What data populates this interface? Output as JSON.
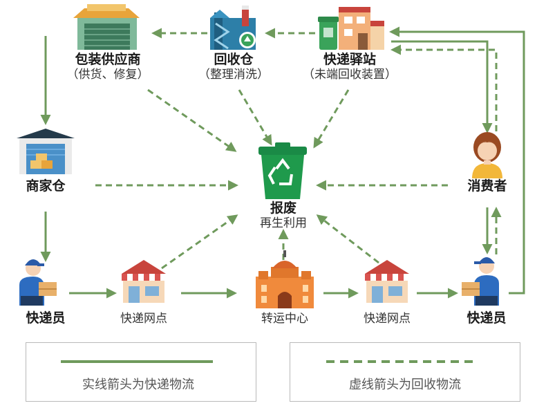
{
  "nodes": {
    "packaging_supplier": {
      "title": "包装供应商",
      "subtitle": "（供货、修复）"
    },
    "recycle_warehouse": {
      "title": "回收仓",
      "subtitle": "（整理消洗）"
    },
    "express_station": {
      "title": "快递驿站",
      "subtitle": "（未端回收装置）"
    },
    "merchant_warehouse": {
      "title": "商家仓"
    },
    "consumer": {
      "title": "消费者"
    },
    "scrap": {
      "title": "报废",
      "subtitle": "再生利用"
    },
    "courier_left": {
      "title": "快递员"
    },
    "outlet_left": {
      "title": "快递网点"
    },
    "transfer_center": {
      "title": "转运中心"
    },
    "outlet_right": {
      "title": "快递网点"
    },
    "courier_right": {
      "title": "快递员"
    }
  },
  "legend": {
    "solid_label": "实线箭头为快递物流",
    "dashed_label": "虚线箭头为回收物流"
  },
  "colors": {
    "arrow": "#6f9a5c",
    "bin_green": "#1f9a4c",
    "roof_red": "#d9534f",
    "building_orange": "#f08a3c"
  }
}
